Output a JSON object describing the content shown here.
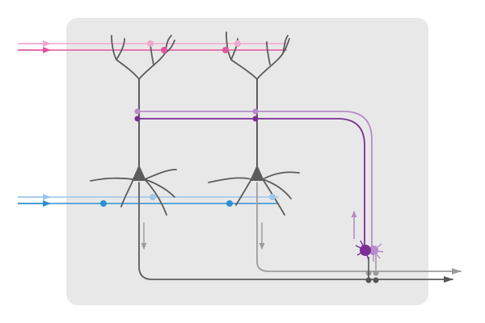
{
  "diagram": {
    "colors": {
      "background": "#ffffff",
      "panel": "#e8e8e8",
      "neuron_dark": "#5c5c5c",
      "neuron_light": "#9a9a9a",
      "pink_dark": "#e2559e",
      "pink_light": "#f0a7cc",
      "purple_dark": "#7b2f94",
      "purple_light": "#b78ac8",
      "blue_dark": "#2f8fd0",
      "blue_light": "#9cc6ea",
      "output_dark": "#555555",
      "output_light": "#9c9c9c"
    },
    "icons": [
      "pyramidal-neuron",
      "interneuron",
      "synapse-dot",
      "signal-arrow"
    ]
  }
}
